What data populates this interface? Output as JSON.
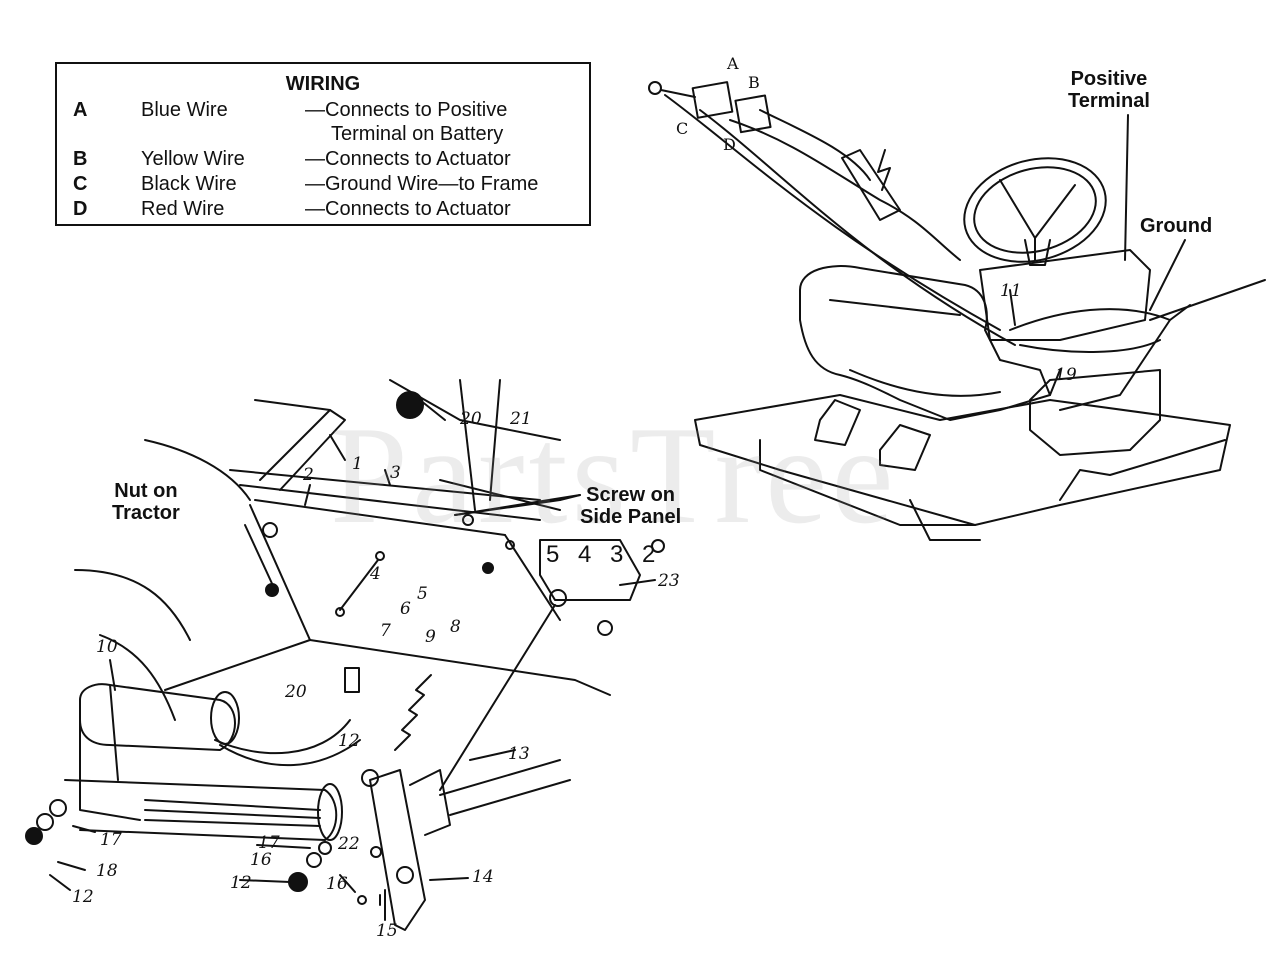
{
  "legend": {
    "title": "WIRING",
    "rows": [
      {
        "letter": "A",
        "wire": "Blue Wire",
        "connection": "—Connects to Positive",
        "connection2": "Terminal on Battery"
      },
      {
        "letter": "B",
        "wire": "Yellow Wire",
        "connection": "—Connects to Actuator"
      },
      {
        "letter": "C",
        "wire": "Black Wire",
        "connection": "—Ground Wire—to Frame"
      },
      {
        "letter": "D",
        "wire": "Red Wire",
        "connection": "—Connects to Actuator"
      }
    ]
  },
  "callouts": {
    "positive_terminal": "Positive\nTerminal",
    "ground": "Ground",
    "nut_on_tractor": "Nut on\nTractor",
    "screw_on_side_panel": "Screw on\nSide Panel"
  },
  "switch_letters": {
    "a": "A",
    "b": "B",
    "c": "C",
    "d": "D"
  },
  "gear_plate": "5 4 3 2",
  "part_numbers": {
    "p1": "1",
    "p2": "2",
    "p3": "3",
    "p4": "4",
    "p5": "5",
    "p6": "6",
    "p7": "7",
    "p8": "8",
    "p9": "9",
    "p10": "10",
    "p11": "11",
    "p12a": "12",
    "p12b": "12",
    "p12c": "12",
    "p13": "13",
    "p14": "14",
    "p15": "15",
    "p16a": "16",
    "p16b": "16",
    "p17a": "17",
    "p17b": "17",
    "p18": "18",
    "p19": "19",
    "p20a": "20",
    "p20b": "20",
    "p21": "21",
    "p22": "22",
    "p23": "23"
  },
  "watermark": "PartsTree",
  "colors": {
    "ink": "#111111",
    "background": "#ffffff",
    "watermark": "#969696"
  }
}
